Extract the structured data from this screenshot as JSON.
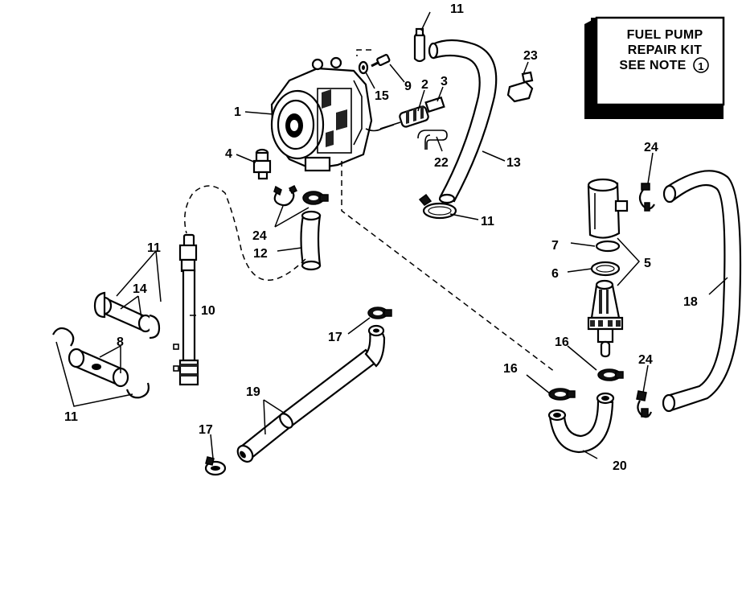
{
  "kit_box": {
    "line1": "FUEL PUMP",
    "line2": "REPAIR KIT",
    "line3": "SEE NOTE",
    "note_number": "1"
  },
  "callouts": {
    "c1": "1",
    "c2": "2",
    "c3": "3",
    "c4": "4",
    "c5": "5",
    "c6": "6",
    "c7": "7",
    "c8": "8",
    "c9": "9",
    "c10": "10",
    "c11_top": "11",
    "c11_mid": "11",
    "c11_left_top": "11",
    "c11_left_bottom": "11",
    "c12": "12",
    "c13": "13",
    "c14": "14",
    "c15": "15",
    "c16_a": "16",
    "c16_b": "16",
    "c17_a": "17",
    "c17_b": "17",
    "c18": "18",
    "c19": "19",
    "c20": "20",
    "c22": "22",
    "c23": "23",
    "c24_a": "24",
    "c24_b": "24",
    "c24_c": "24"
  }
}
